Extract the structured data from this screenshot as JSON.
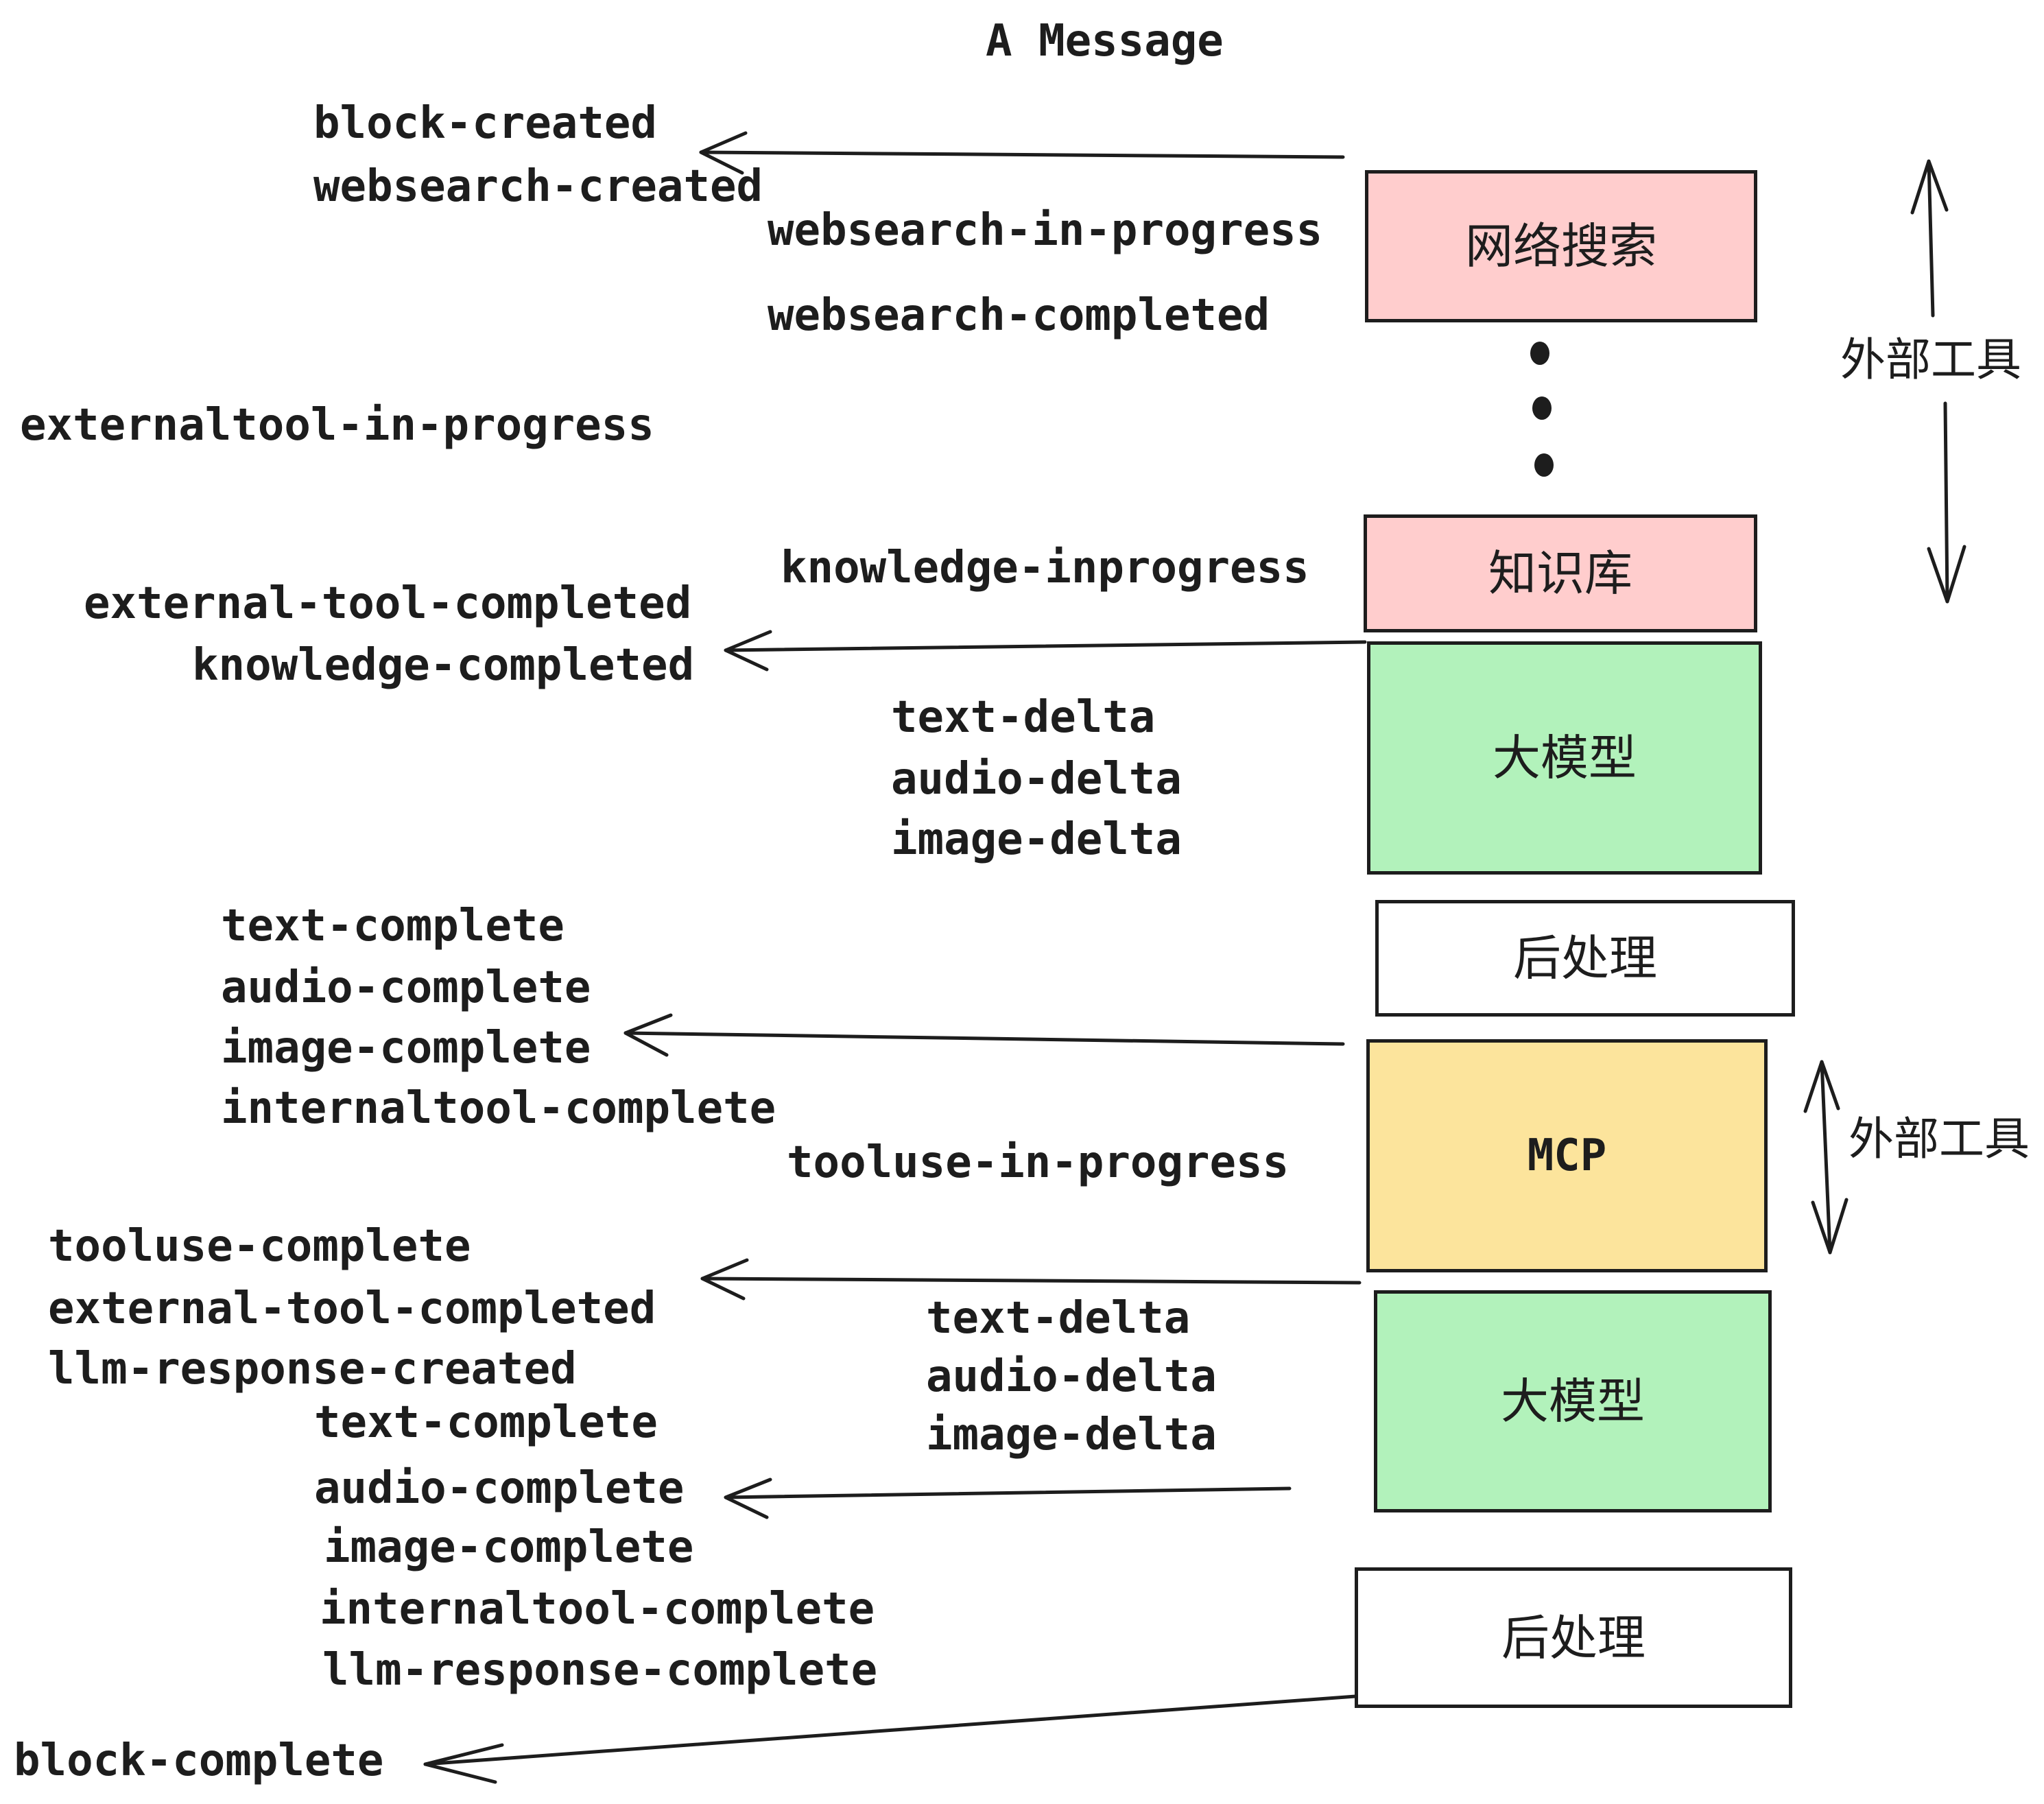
{
  "title": "A Message",
  "colors": {
    "pink": "#ffcdcd",
    "green": "#b2f2bb",
    "yellow": "#fce49c",
    "white": "#ffffff",
    "ink": "#1d1d1d"
  },
  "boxes": {
    "websearch": "网络搜索",
    "knowledge": "知识库",
    "llm": "大模型",
    "postprocess": "后处理",
    "mcp": "MCP"
  },
  "side_labels": {
    "external_tools": "外部工具"
  },
  "events": {
    "block_created": "block-created",
    "websearch_created": "websearch-created",
    "websearch_in_progress": "websearch-in-progress",
    "websearch_completed": "websearch-completed",
    "externaltool_in_progress": "externaltool-in-progress",
    "knowledge_inprogress": "knowledge-inprogress",
    "external_tool_completed": "external-tool-completed",
    "knowledge_completed": "knowledge-completed",
    "text_delta": "text-delta",
    "audio_delta": "audio-delta",
    "image_delta": "image-delta",
    "text_complete": "text-complete",
    "audio_complete": "audio-complete",
    "image_complete": "image-complete",
    "internaltool_complete": "internaltool-complete",
    "tooluse_in_progress": "tooluse-in-progress",
    "tooluse_complete": "tooluse-complete",
    "llm_response_created": "llm-response-created",
    "llm_response_complete": "llm-response-complete",
    "block_complete": "block-complete"
  }
}
